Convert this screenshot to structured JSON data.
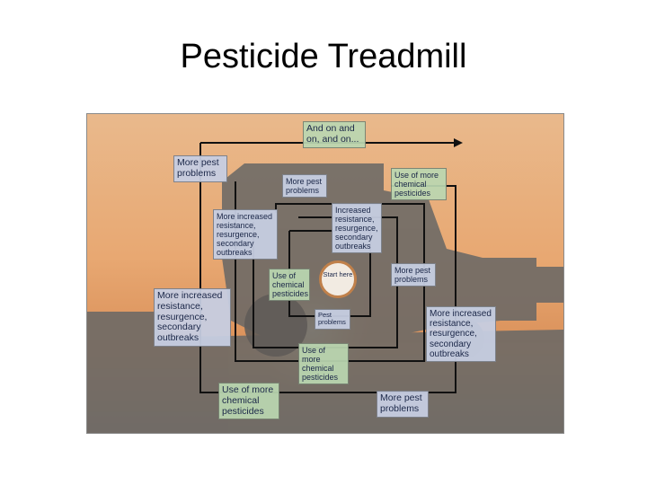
{
  "slide": {
    "title": "Pesticide Treadmill"
  },
  "diagram": {
    "start": "Start here",
    "boxes": {
      "and_on": "And on and on, and on...",
      "more_pest_outer": "More pest problems",
      "use_more_top": "Use of more chemical pesticides",
      "more_pest_upper": "More pest problems",
      "increased_inner_left": "More increased resistance, resurgence, secondary outbreaks",
      "increased_center": "Increased resistance, resurgence, secondary outbreaks",
      "more_pest_right_inner": "More pest problems",
      "use_chemical": "Use of chemical pesticides",
      "pest_problems": "Pest problems",
      "increased_outer_left": "More increased resistance, resurgence, secondary outbreaks",
      "increased_outer_right": "More increased resistance, resurgence, secondary outbreaks",
      "use_more_bottom_inner": "Use of more chemical pesticides",
      "use_more_bottom_outer": "Use of more chemical pesticides",
      "more_pest_bottom": "More pest problems"
    }
  },
  "colors": {
    "green_box": "#bad6b0",
    "blue_box": "#c6cee2",
    "line": "#111111"
  }
}
